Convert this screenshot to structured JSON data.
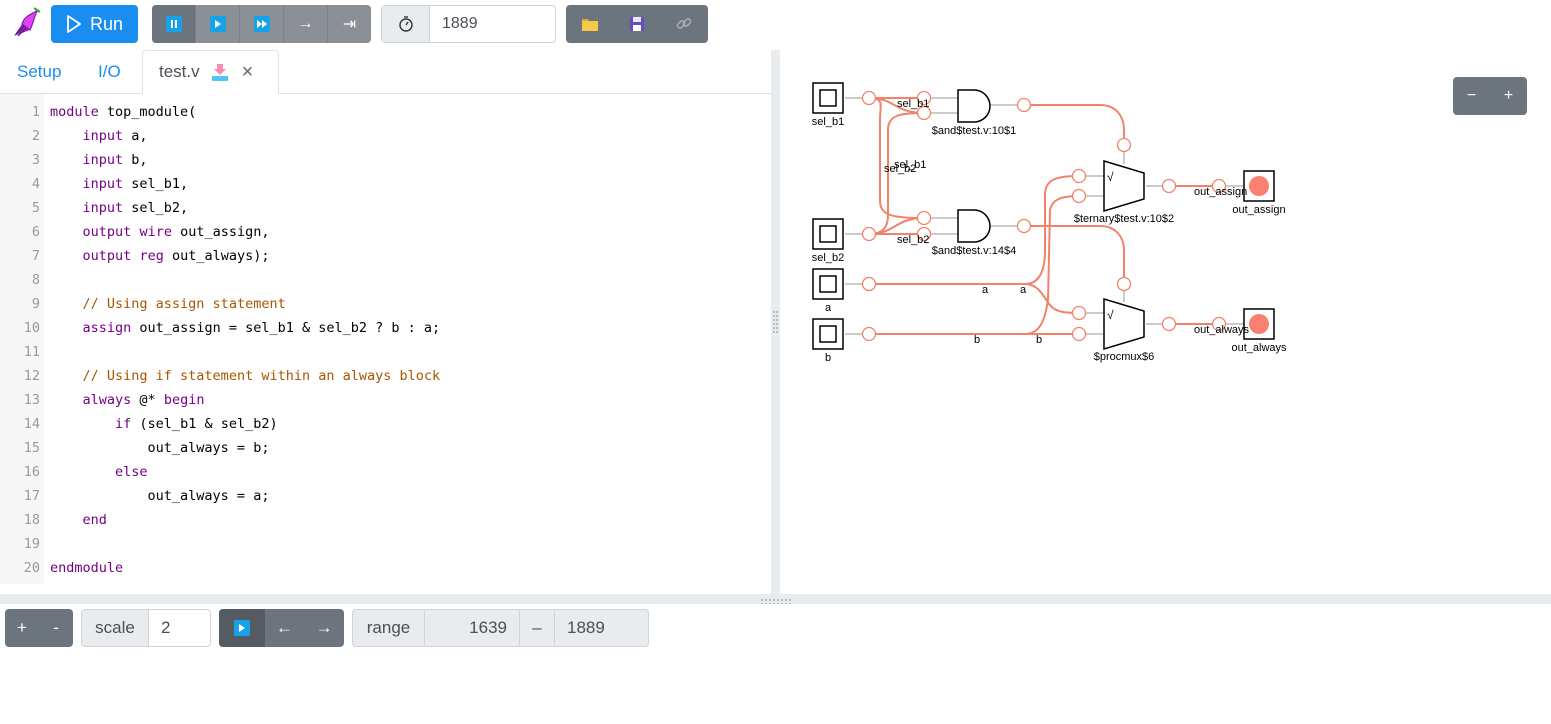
{
  "toolbar": {
    "run_label": "Run",
    "timer_value": "1889",
    "sim_buttons": [
      "pause-icon",
      "play-icon",
      "fast-forward-icon",
      "step-arrow-icon",
      "step-end-icon"
    ],
    "file_buttons": [
      "folder-icon",
      "save-icon",
      "link-icon"
    ]
  },
  "tabs": [
    {
      "label": "Setup"
    },
    {
      "label": "I/O"
    },
    {
      "label": "test.v"
    }
  ],
  "code": {
    "line_numbers": [
      "1",
      "2",
      "3",
      "4",
      "5",
      "6",
      "7",
      "8",
      "9",
      "10",
      "11",
      "12",
      "13",
      "14",
      "15",
      "16",
      "17",
      "18",
      "19",
      "20"
    ]
  },
  "zoom": {
    "minus": "−",
    "plus": "+"
  },
  "bottom": {
    "plus": "+",
    "minus": "-",
    "scale_label": "scale",
    "scale_value": "2",
    "prev": "←",
    "next": "→",
    "range_label": "range",
    "range_start": "1639",
    "range_sep": "–",
    "range_end": "1889"
  },
  "circuit": {
    "inputs": [
      "sel_b1",
      "sel_b2",
      "a",
      "b"
    ],
    "outputs": [
      "out_assign",
      "out_always"
    ],
    "gates": [
      "$and$test.v:10$1",
      "$and$test.v:14$4",
      "$ternary$test.v:10$2",
      "$procmux$6"
    ],
    "wire_labels": [
      "sel_b1",
      "sel_b2",
      "sel_b1",
      "sel_b2",
      "a",
      "a",
      "b",
      "b",
      "out_assign",
      "out_always"
    ]
  },
  "colors": {
    "accent": "#1a8ef0",
    "wire": "#f2826a",
    "led": "#fa8072"
  }
}
